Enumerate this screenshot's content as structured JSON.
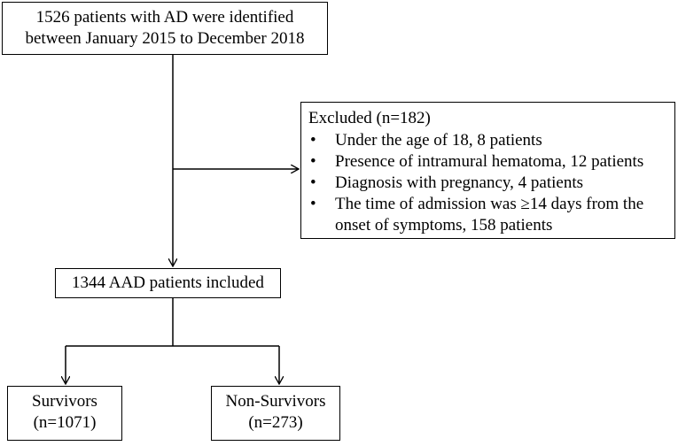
{
  "top_box": {
    "line1": "1526 patients with AD were identified",
    "line2": "between January 2015 to December 2018"
  },
  "excluded_box": {
    "title": "Excluded (n=182)",
    "items": [
      {
        "bullet": "•",
        "text": "Under the age of 18, 8 patients"
      },
      {
        "bullet": "•",
        "text": "Presence of intramural hematoma, 12 patients"
      },
      {
        "bullet": "•",
        "text": "Diagnosis with pregnancy, 4 patients"
      },
      {
        "bullet": "•",
        "text": "The time of admission was ≥14 days from the onset of symptoms, 158 patients"
      }
    ]
  },
  "included_box": {
    "label": "1344 AAD patients included"
  },
  "survivors_box": {
    "line1": "Survivors",
    "line2": "(n=1071)"
  },
  "non_survivors_box": {
    "line1": "Non-Survivors",
    "line2": "(n=273)"
  }
}
